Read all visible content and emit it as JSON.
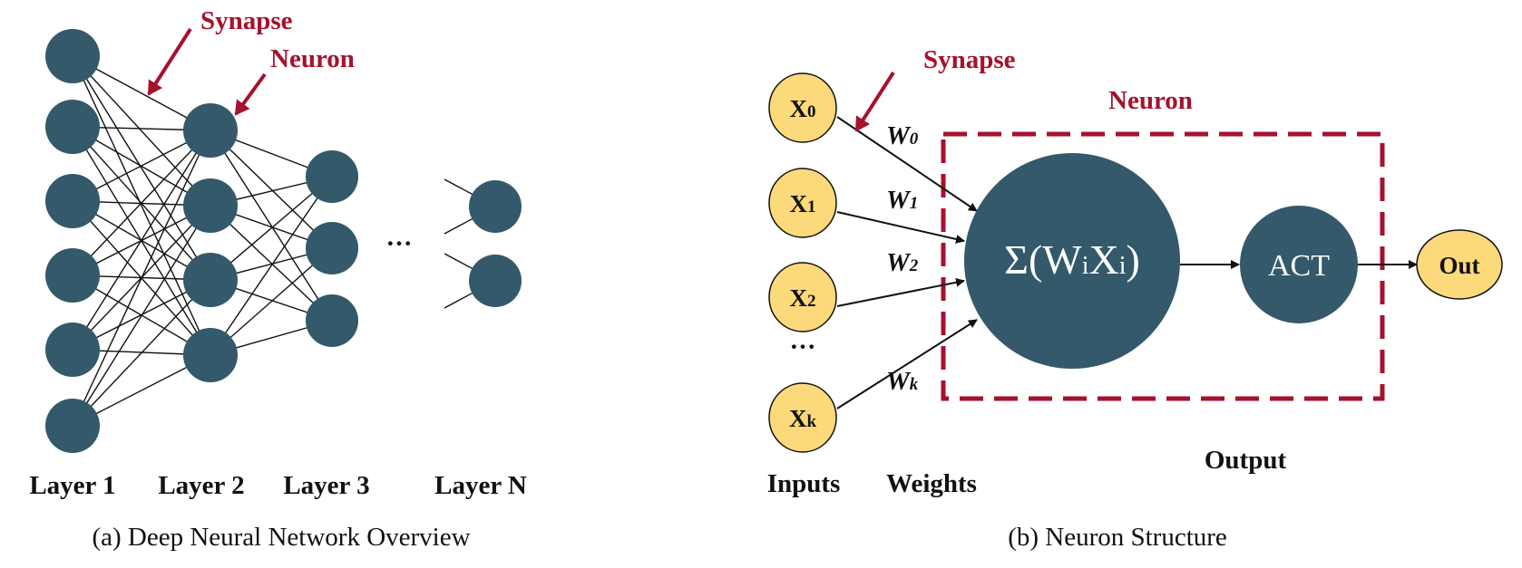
{
  "colors": {
    "neuron": "#33596b",
    "input": "#fcd97a",
    "accent": "#a5122e",
    "line": "#111111"
  },
  "left": {
    "synapse_label": "Synapse",
    "neuron_label": "Neuron",
    "ellipsis": "···",
    "layers": [
      "Layer 1",
      "Layer 2",
      "Layer 3",
      "Layer N"
    ],
    "caption": "(a) Deep Neural Network Overview"
  },
  "right": {
    "synapse_label": "Synapse",
    "neuron_label": "Neuron",
    "inputs": [
      {
        "base": "X",
        "sub": "0"
      },
      {
        "base": "X",
        "sub": "1"
      },
      {
        "base": "X",
        "sub": "2"
      },
      {
        "base": "X",
        "sub": "k"
      }
    ],
    "input_ellipsis": "···",
    "weights": [
      {
        "base": "W",
        "sub": "0"
      },
      {
        "base": "W",
        "sub": "1"
      },
      {
        "base": "W",
        "sub": "2"
      },
      {
        "base": "W",
        "sub": "k"
      }
    ],
    "sum": {
      "pre": "Σ(W",
      "sub1": "i",
      "mid": "X",
      "sub2": "i",
      "post": ")"
    },
    "act": "ACT",
    "out": "Out",
    "inputs_label": "Inputs",
    "weights_label": "Weights",
    "output_label": "Output",
    "caption": "(b) Neuron Structure"
  }
}
